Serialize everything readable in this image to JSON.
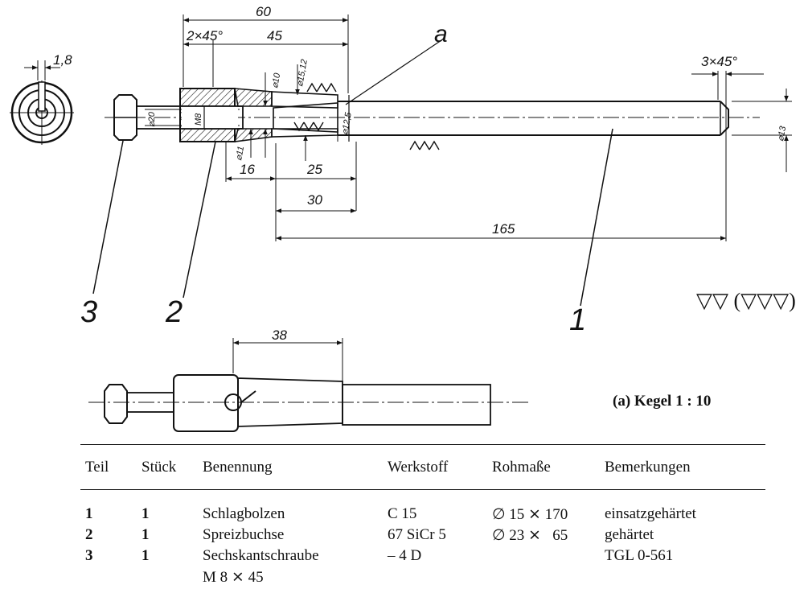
{
  "drawing": {
    "dimensions": {
      "overall_60": "60",
      "chamfer_left": "2×45°",
      "len_45": "45",
      "label_a": "a",
      "chamfer_right": "3×45°",
      "len_16": "16",
      "len_25": "25",
      "len_30": "30",
      "len_165": "165",
      "len_38": "38",
      "slot_1_8": "1,8",
      "dia_10": "⌀10",
      "dia_15_12": "⌀15,12",
      "dia_11": "⌀11",
      "dia_12_5": "⌀12,5",
      "dia_13": "⌀13",
      "dia_20": "⌀20",
      "thread_m8": "M8"
    },
    "callouts": [
      "3",
      "2",
      "1"
    ],
    "surface_symbol": "▽▽ (▽▽▽)",
    "note_a": "(a)  Kegel  1 : 10"
  },
  "parts_list": {
    "headers": [
      "Teil",
      "Stück",
      "Benennung",
      "Werkstoff",
      "Rohmaße",
      "Bemerkungen"
    ],
    "rows": [
      {
        "teil": "1",
        "stueck": "1",
        "benennung": "Schlagbolzen",
        "werkstoff": "C 15",
        "rohmasse": "∅ 15 ⨯ 170",
        "bemerkungen": "einsatzgehärtet"
      },
      {
        "teil": "2",
        "stueck": "1",
        "benennung": "Spreizbuchse",
        "werkstoff": "67 SiCr 5",
        "rohmasse": "∅ 23 ⨯   65",
        "bemerkungen": "gehärtet"
      },
      {
        "teil": "3",
        "stueck": "1",
        "benennung": "Sechskantschraube",
        "benennung2": "M 8 ⨯ 45",
        "werkstoff": "– 4 D",
        "rohmasse": "",
        "bemerkungen": "TGL 0-561"
      }
    ]
  }
}
